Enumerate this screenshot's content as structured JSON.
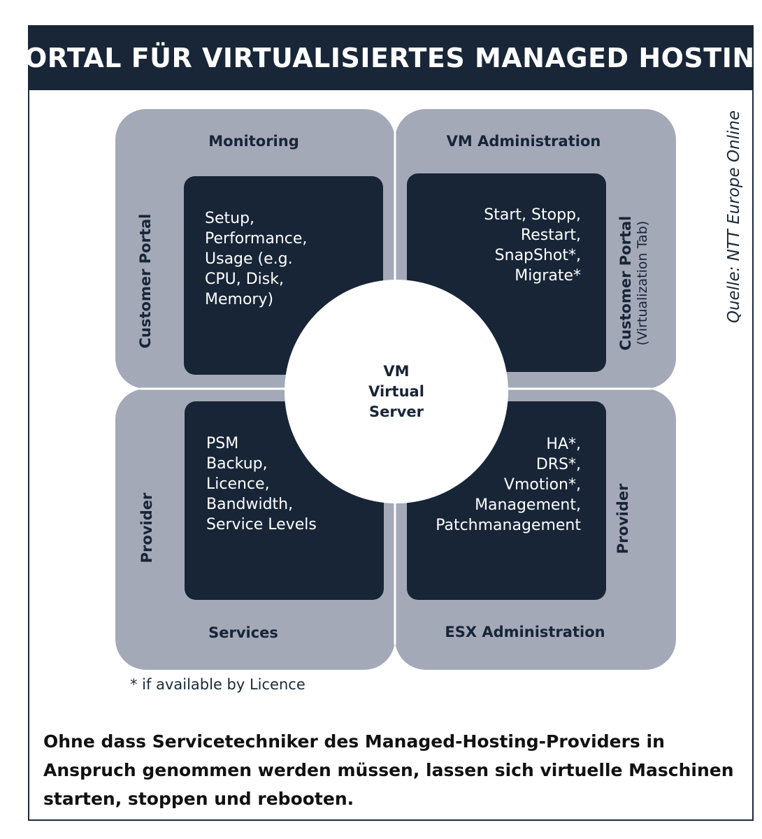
{
  "header": {
    "title": "PORTAL FÜR VIRTUALISIERTES MANAGED HOSTING"
  },
  "source": "Quelle: NTT Europe Online",
  "diagram": {
    "center": {
      "line1": "VM",
      "line2": "Virtual",
      "line3": "Server"
    },
    "quadrants": {
      "top_left": {
        "title": "Monitoring",
        "side_label": "Customer Portal",
        "items": [
          "Setup,",
          "Performance,",
          "Usage (e.g.",
          "CPU, Disk,",
          "Memory)"
        ]
      },
      "top_right": {
        "title": "VM Administration",
        "side_label": "Customer Portal",
        "side_sublabel": "(Virtualization Tab)",
        "items": [
          "Start, Stopp,",
          "Restart,",
          "SnapShot*,",
          "Migrate*"
        ]
      },
      "bottom_left": {
        "title": "Services",
        "side_label": "Provider",
        "items": [
          "PSM",
          "Backup,",
          "Licence,",
          "Bandwidth,",
          "Service Levels"
        ]
      },
      "bottom_right": {
        "title": "ESX Administration",
        "side_label": "Provider",
        "items": [
          "HA*,",
          "DRS*,",
          "Vmotion*,",
          "Management,",
          "Patchmanagement"
        ]
      }
    },
    "colors": {
      "quadrant": "#a4a9b8",
      "box": "#172537",
      "header": "#182638",
      "center": "#ffffff"
    }
  },
  "footnote": "* if available by Licence",
  "caption": "Ohne dass Servicetechniker des Managed-Hosting-Providers in Anspruch genommen werden müssen, lassen sich virtuelle Maschinen starten, stoppen und rebooten."
}
